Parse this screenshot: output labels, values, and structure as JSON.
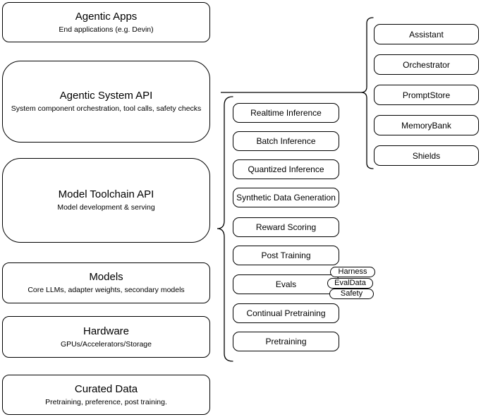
{
  "colors": {
    "stroke": "#000000",
    "box_fill": "#ffffff",
    "background": "#ffffff"
  },
  "stack": {
    "layers": [
      {
        "title": "Agentic Apps",
        "subtitle": "End applications (e.g. Devin)"
      },
      {
        "title": "Agentic System API",
        "subtitle": "System component orchestration, tool calls, safety checks"
      },
      {
        "title": "Model Toolchain API",
        "subtitle": "Model development & serving"
      },
      {
        "title": "Models",
        "subtitle": "Core LLMs, adapter weights, secondary models"
      },
      {
        "title": "Hardware",
        "subtitle": "GPUs/Accelerators/Storage"
      },
      {
        "title": "Curated Data",
        "subtitle": "Pretraining, preference, post training."
      }
    ]
  },
  "toolchain_api_components": {
    "items": [
      "Realtime Inference",
      "Batch Inference",
      "Quantized Inference",
      "Synthetic Data Generation",
      "Reward Scoring",
      "Post Training",
      "Evals",
      "Continual Pretraining",
      "Pretraining"
    ]
  },
  "evals_badges": {
    "items": [
      "Harness",
      "EvalData",
      "Safety"
    ]
  },
  "system_api_components": {
    "items": [
      "Assistant",
      "Orchestrator",
      "PromptStore",
      "MemoryBank",
      "Shields"
    ]
  }
}
